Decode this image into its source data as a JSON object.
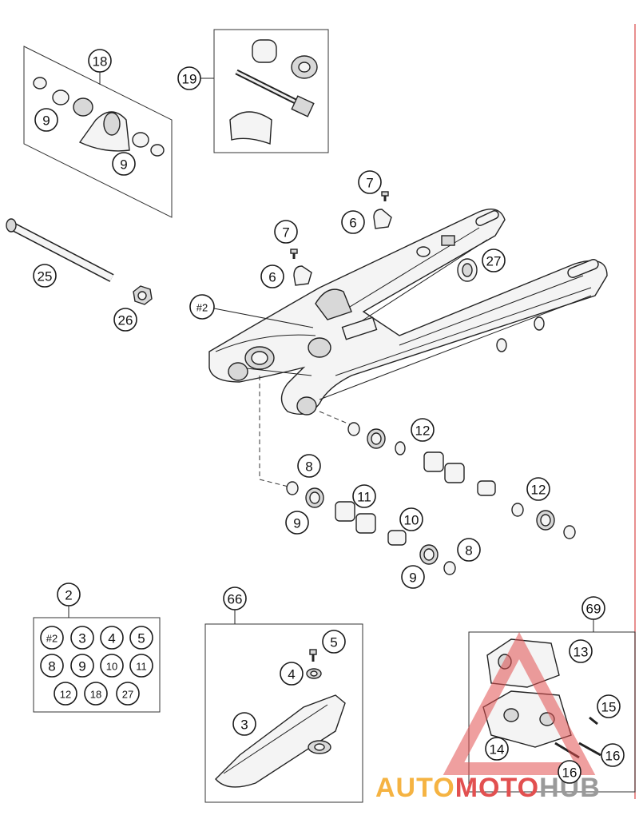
{
  "callouts": {
    "c18": "18",
    "c19": "19",
    "c9a": "9",
    "c9b": "9",
    "c7a": "7",
    "c7b": "7",
    "c6a": "6",
    "c6b": "6",
    "c27": "27",
    "c25": "25",
    "c26": "26",
    "c2sub": "#2",
    "c12a": "12",
    "c12b": "12",
    "c8a": "8",
    "c8b": "8",
    "c11": "11",
    "c10": "10",
    "c9c": "9",
    "c9d": "9",
    "c2": "2",
    "c66": "66",
    "c69": "69",
    "c5": "5",
    "c4": "4",
    "c3": "3",
    "c13": "13",
    "c15": "15",
    "c14": "14",
    "c16a": "16",
    "c16b": "16"
  },
  "kit2_items": [
    "#2",
    "3",
    "4",
    "5",
    "8",
    "9",
    "10",
    "11",
    "12",
    "18",
    "27"
  ],
  "watermark": {
    "part1": "AUTO",
    "part2": "MOTO",
    "part3": "HUB",
    "color1": "#f5b342",
    "color2": "#e25050",
    "color3": "#9a9a9a"
  }
}
